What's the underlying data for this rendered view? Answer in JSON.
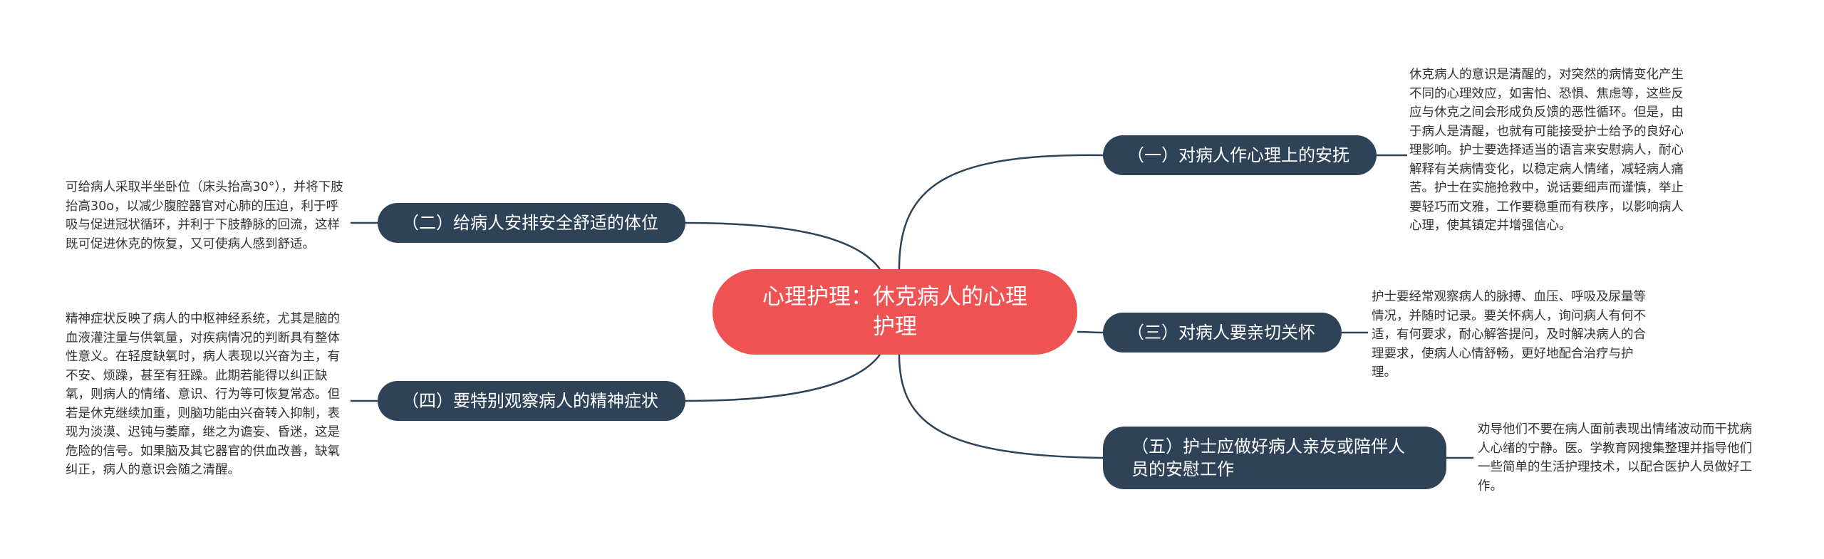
{
  "root": {
    "title": "心理护理：休克病人的心理护理"
  },
  "branches": [
    {
      "label": "（一）对病人作心理上的安抚",
      "detail": "休克病人的意识是清醒的，对突然的病情变化产生不同的心理效应，如害怕、恐惧、焦虑等，这些反应与休克之间会形成负反馈的恶性循环。但是，由于病人是清醒，也就有可能接受护士给予的良好心理影响。护士要选择适当的语言来安慰病人，耐心解释有关病情变化，以稳定病人情绪，减轻病人痛苦。护士在实施抢救中，说话要细声而谨慎，举止要轻巧而文雅，工作要稳重而有秩序，以影响病人心理，使其镇定并增强信心。"
    },
    {
      "label": "（二）给病人安排安全舒适的体位",
      "detail": "可给病人采取半坐卧位（床头抬高30°），并将下肢抬高30o，以减少腹腔器官对心肺的压迫，利于呼吸与促进冠状循环，并利于下肢静脉的回流，这样既可促进休克的恢复，又可使病人感到舒适。"
    },
    {
      "label": "（三）对病人要亲切关怀",
      "detail": "护士要经常观察病人的脉搏、血压、呼吸及尿量等情况，并随时记录。要关怀病人，询问病人有何不适，有何要求，耐心解答提问，及时解决病人的合理要求，使病人心情舒畅，更好地配合治疗与护理。"
    },
    {
      "label": "（四）要特别观察病人的精神症状",
      "detail": "精神症状反映了病人的中枢神经系统，尤其是脑的血液灌注量与供氧量，对疾病情况的判断具有整体性意义。在轻度缺氧时，病人表现以兴奋为主，有不安、烦躁，甚至有狂躁。此期若能得以纠正缺氧，则病人的情绪、意识、行为等可恢复常态。但若是休克继续加重，则脑功能由兴奋转入抑制，表现为淡漠、迟钝与萎靡，继之为谵妄、昏迷，这是危险的信号。如果脑及其它器官的供血改善，缺氧纠正，病人的意识会随之清醒。"
    },
    {
      "label": "（五）护士应做好病人亲友或陪伴人员的安慰工作",
      "detail": "劝导他们不要在病人面前表现出情绪波动而干扰病人心绪的宁静。医。学教育网搜集整理并指导他们一些简单的生活护理技术，以配合医护人员做好工作。"
    }
  ],
  "colors": {
    "root": "#ee5252",
    "branch": "#2f4358",
    "line": "#2f4358",
    "text": "#333333"
  }
}
